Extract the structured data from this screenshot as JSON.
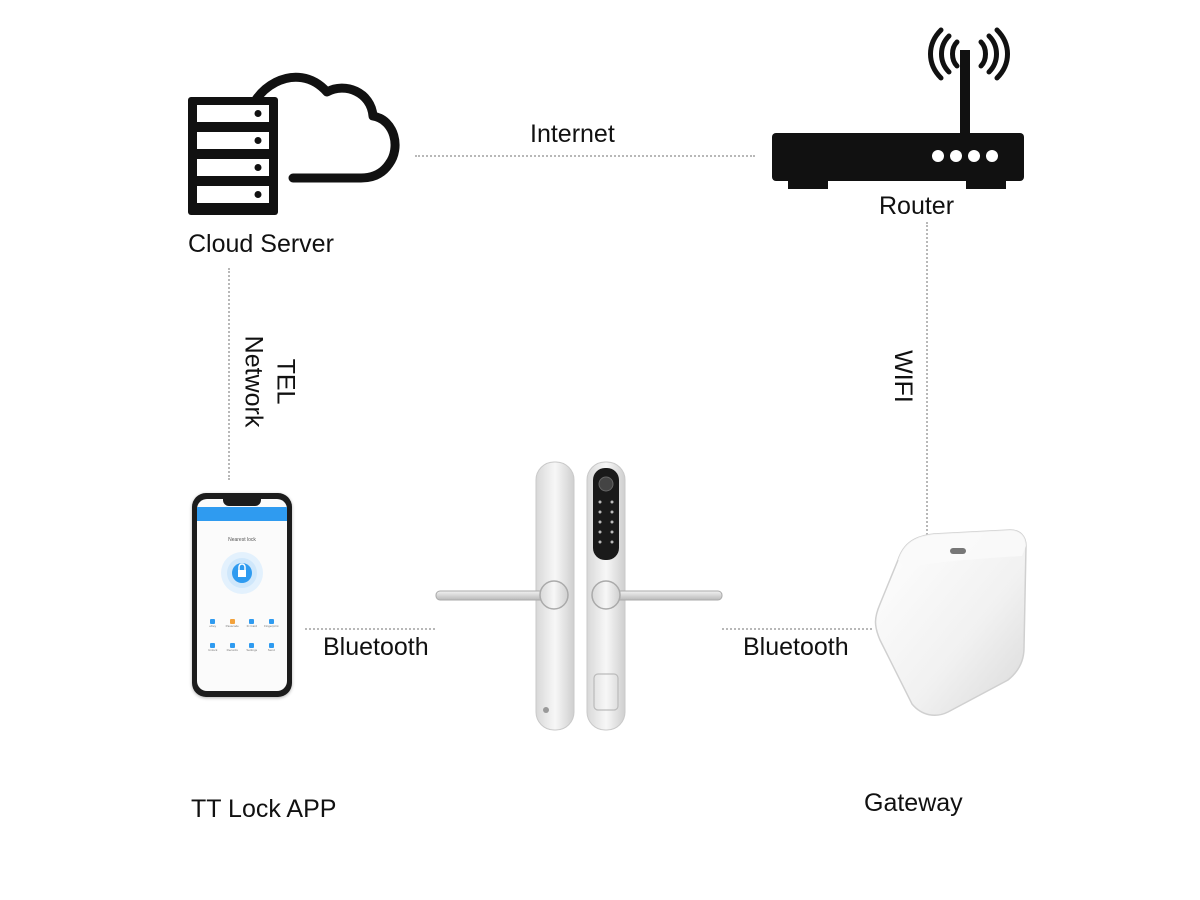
{
  "nodes": {
    "cloud_server": {
      "label": "Cloud Server"
    },
    "router": {
      "label": "Router"
    },
    "app": {
      "label": "TT Lock APP"
    },
    "gateway": {
      "label": "Gateway"
    },
    "lock": {
      "label": ""
    }
  },
  "links": {
    "internet": "Internet",
    "tel_network_line1": "TEL",
    "tel_network_line2": "Network",
    "wifi": "WIFI",
    "bluetooth_app": "Bluetooth",
    "bluetooth_gateway": "Bluetooth"
  },
  "phone_screen": {
    "lock_title": "Nearest lock",
    "menu_items": [
      "eKey",
      "Passcode",
      "IC Card",
      "Fingerprint",
      "Unlock",
      "Records",
      "Settings",
      "Send"
    ]
  },
  "colors": {
    "line": "#b8b8b8",
    "icon": "#111111",
    "phone_accent": "#2f9bf0"
  },
  "icons": [
    "server-icon",
    "cloud-icon",
    "router-icon",
    "wifi-signal-icon",
    "smartphone-icon",
    "door-lock-icon",
    "gateway-icon"
  ]
}
